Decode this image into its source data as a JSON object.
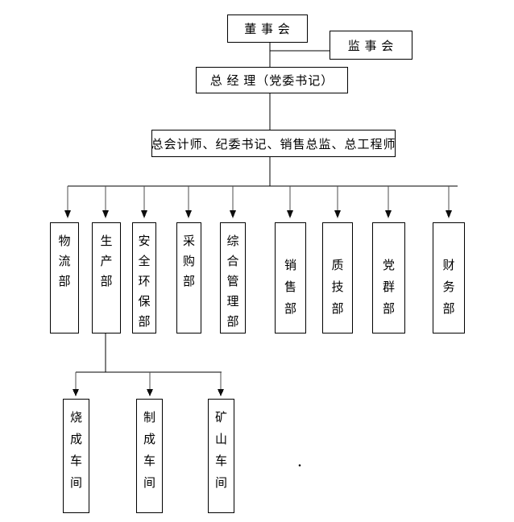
{
  "org": {
    "board": {
      "label": "董 事 会"
    },
    "supervisory": {
      "label": "监 事 会"
    },
    "general_manager": {
      "label": "总 经 理（党委书记）"
    },
    "executives": {
      "label": "总会计师、纪委书记、销售总监、总工程师"
    },
    "departments": [
      {
        "label": "物流部"
      },
      {
        "label": "生产部"
      },
      {
        "label": "安全环保部"
      },
      {
        "label": "采购部"
      },
      {
        "label": "综合管理部"
      },
      {
        "label": "销售部"
      },
      {
        "label": "质技部"
      },
      {
        "label": "党群部"
      },
      {
        "label": "财务部"
      }
    ],
    "workshops_parent_label": "生产部",
    "workshops": [
      {
        "label": "烧成车间"
      },
      {
        "label": "制成车间"
      },
      {
        "label": "矿山车间"
      }
    ],
    "stray_mark": "."
  },
  "colors": {
    "background": "#ffffff",
    "box_border": "#000000",
    "connector_line": "#000000",
    "arrow_stem": "#4d4d4d",
    "arrow_head": "#0d0d0d"
  }
}
